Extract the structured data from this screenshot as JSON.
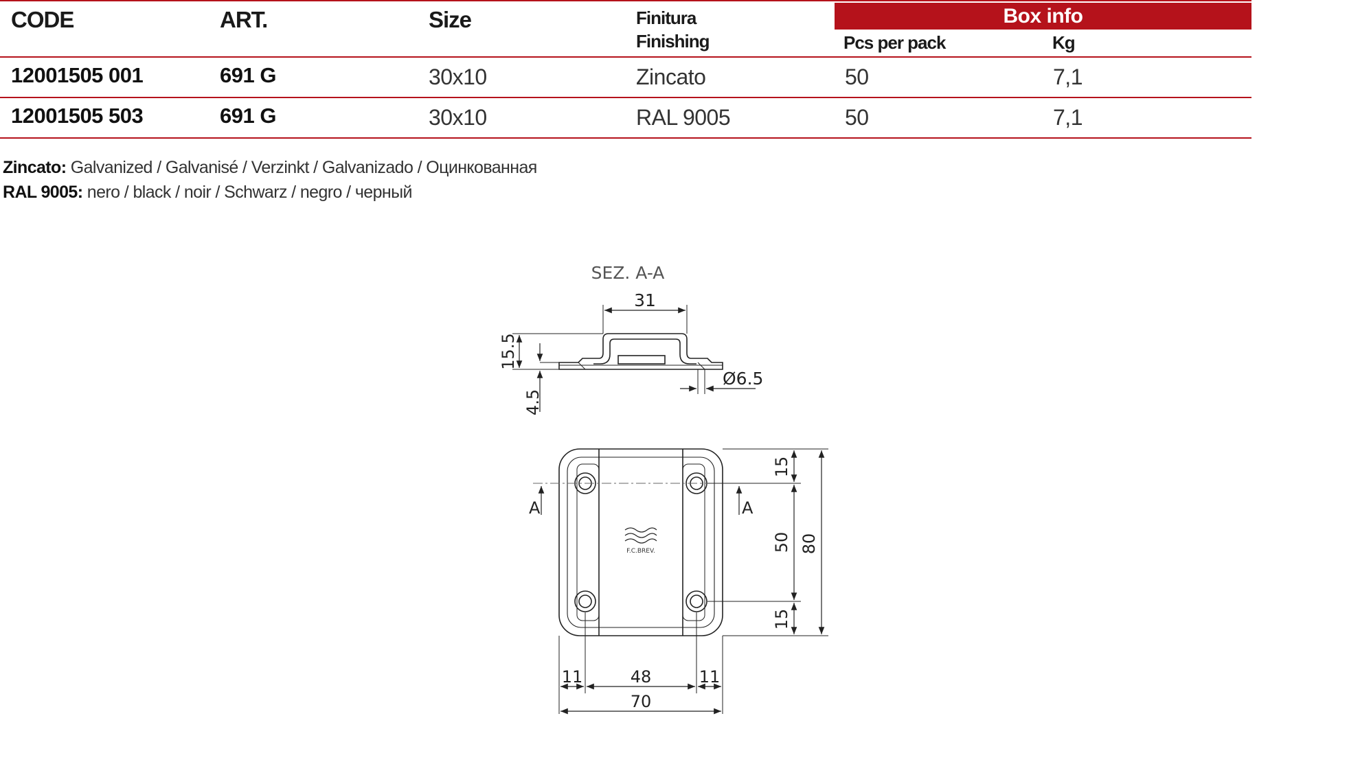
{
  "table": {
    "headers": {
      "code": "CODE",
      "art": "ART.",
      "size": "Size",
      "finitura": "Finitura",
      "finishing": "Finishing",
      "box_info": "Box info",
      "pcs_per_pack": "Pcs per pack",
      "kg": "Kg"
    },
    "rows": [
      {
        "code": "12001505 001",
        "art": "691 G",
        "size": "30x10",
        "finish": "Zincato",
        "pcs": "50",
        "kg": "7,1"
      },
      {
        "code": "12001505 503",
        "art": "691 G",
        "size": "30x10",
        "finish": "RAL 9005",
        "pcs": "50",
        "kg": "7,1"
      }
    ]
  },
  "notes": [
    {
      "term": "Zincato:",
      "translations": "Galvanized / Galvanisé / Verzinkt / Galvanizado / Оцинкованная"
    },
    {
      "term": "RAL 9005:",
      "translations": "nero / black / noir / Schwarz / negro / черный"
    }
  ],
  "drawing": {
    "section_title": "SEZ. A-A",
    "dim_31": "31",
    "dim_15_5": "15.5",
    "dim_4_5": "4.5",
    "dim_hole": "Ø6.5",
    "section_mark_left": "A",
    "section_mark_right": "A",
    "dim_15_top": "15",
    "dim_50": "50",
    "dim_15_bottom": "15",
    "dim_80": "80",
    "dim_11_left": "11",
    "dim_48": "48",
    "dim_11_right": "11",
    "dim_70": "70",
    "logo_text": "F.C.BREV."
  }
}
